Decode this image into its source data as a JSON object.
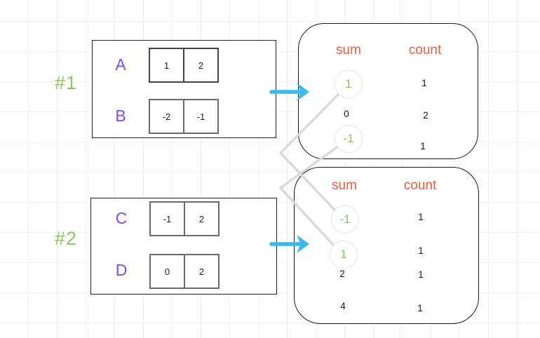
{
  "diagram": {
    "groups": [
      {
        "label": "#1",
        "arrays": [
          {
            "name": "A",
            "cells": [
              "1",
              "2"
            ]
          },
          {
            "name": "B",
            "cells": [
              "-2",
              "-1"
            ]
          }
        ],
        "result": {
          "sum_header": "sum",
          "count_header": "count",
          "rows": [
            {
              "sum": "1",
              "count": "1",
              "highlighted": true
            },
            {
              "sum": "0",
              "count": "2",
              "highlighted": false
            },
            {
              "sum": "-1",
              "count": "1",
              "highlighted": true
            }
          ]
        }
      },
      {
        "label": "#2",
        "arrays": [
          {
            "name": "C",
            "cells": [
              "-1",
              "2"
            ]
          },
          {
            "name": "D",
            "cells": [
              "0",
              "2"
            ]
          }
        ],
        "result": {
          "sum_header": "sum",
          "count_header": "count",
          "rows": [
            {
              "sum": "-1",
              "count": "1",
              "highlighted": true
            },
            {
              "sum": "1",
              "count": "1",
              "highlighted": true
            },
            {
              "sum": "2",
              "count": "1",
              "highlighted": false
            },
            {
              "sum": "4",
              "count": "1",
              "highlighted": false
            }
          ]
        }
      }
    ],
    "connections": [
      {
        "from": "group #1 sum 1",
        "to": "group #2 sum -1"
      },
      {
        "from": "group #1 sum -1",
        "to": "group #2 sum 1"
      }
    ],
    "colors": {
      "group_label_green": "#92c464",
      "array_name_purple": "#7c4dff",
      "header_orange": "#e7603e",
      "highlight_green": "#8cc55e",
      "arrow_blue": "#38b9ef",
      "connector_gray": "#d8d8d8"
    }
  }
}
